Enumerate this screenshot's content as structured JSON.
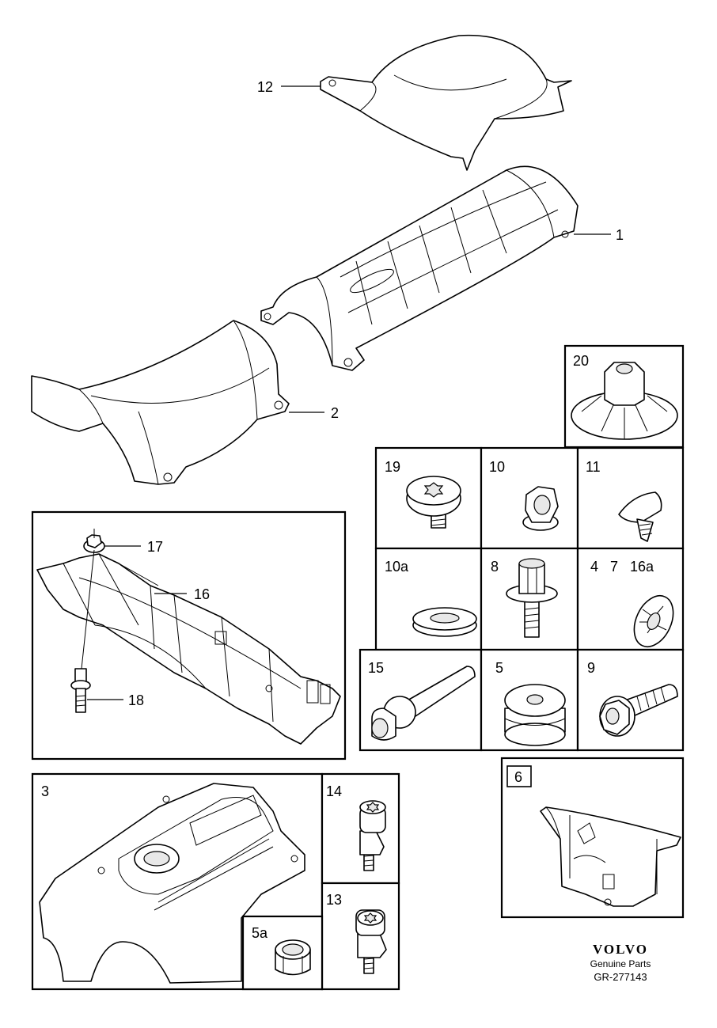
{
  "diagram": {
    "callouts": {
      "c1": "1",
      "c2": "2",
      "c3": "3",
      "c5": "5",
      "c5a": "5a",
      "c6": "6",
      "c8": "8",
      "c9": "9",
      "c10": "10",
      "c10a": "10a",
      "c11": "11",
      "c12": "12",
      "c13": "13",
      "c14": "14",
      "c15": "15",
      "c16": "16",
      "c17": "17",
      "c18": "18",
      "c19": "19",
      "c20": "20",
      "c4_7_16a": "4   7   16a"
    }
  },
  "brand": {
    "logo": "VOLVO",
    "subtitle": "Genuine Parts",
    "code": "GR-277143"
  }
}
